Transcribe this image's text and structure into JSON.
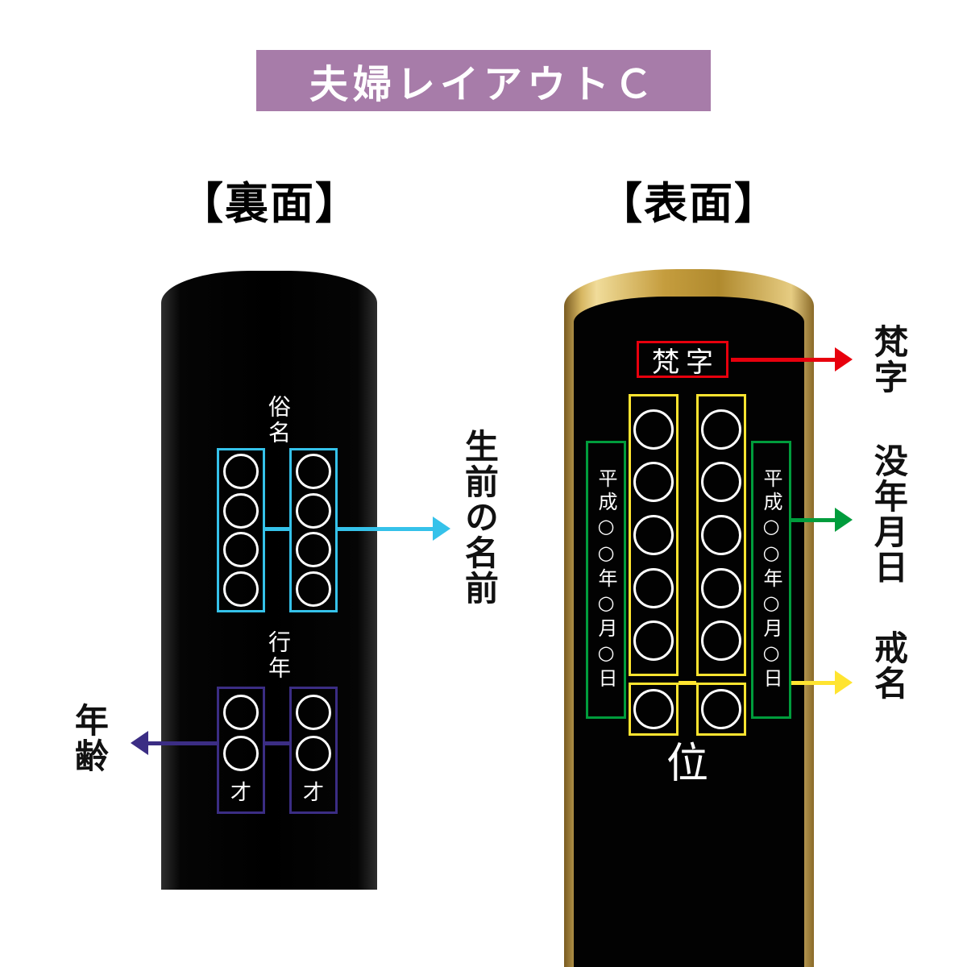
{
  "header": {
    "title": "夫婦レイアウトＣ"
  },
  "back": {
    "title": "【裏面】",
    "zokumyo_label": "俗名",
    "gyonen_label": "行年",
    "sai_label": "才",
    "annotation_name": "生前の名前",
    "annotation_age": "年齢"
  },
  "front": {
    "title": "【表面】",
    "bonji_text": "梵字",
    "date_text": "平成○○年○月○日",
    "kurai_text": "位",
    "annotation_bonji": "梵字",
    "annotation_date": "没年月日",
    "annotation_kaimyo": "戒名"
  },
  "colors": {
    "header_bg": "#A77CA9",
    "cyan": "#35C2EA",
    "purple": "#3B2D84",
    "red": "#E8000D",
    "yellow": "#FFE430",
    "green": "#009C3C",
    "gold": "#C9A54E",
    "tablet_black": "#000000"
  }
}
